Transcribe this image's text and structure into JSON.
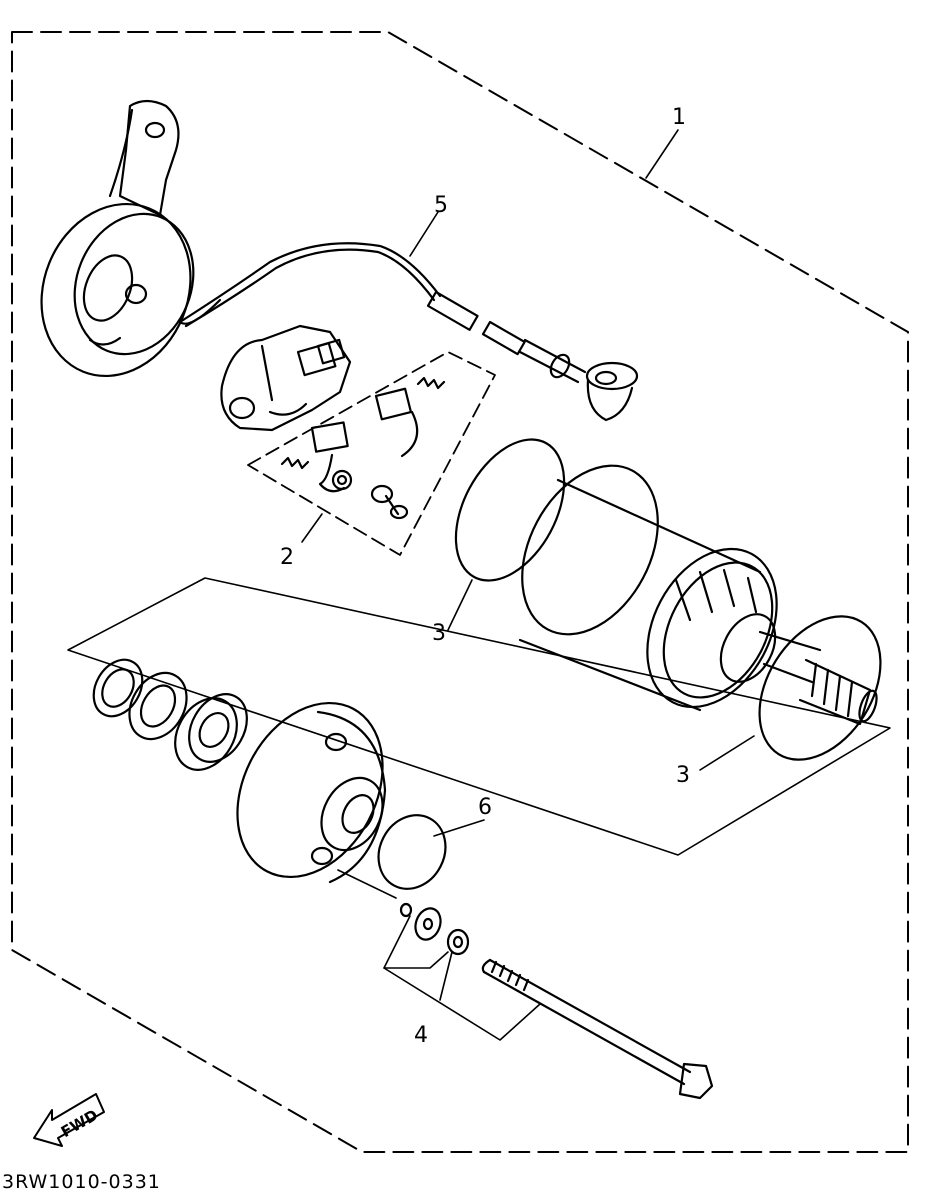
{
  "diagram": {
    "callouts": [
      "1",
      "2",
      "3",
      "3",
      "4",
      "5",
      "6"
    ],
    "direction_arrow": {
      "label": "FWD",
      "icon": "fwd-arrow-icon"
    },
    "drawing_code": "3RW1010-0331"
  },
  "colors": {
    "line": "#000000",
    "background": "#ffffff"
  }
}
